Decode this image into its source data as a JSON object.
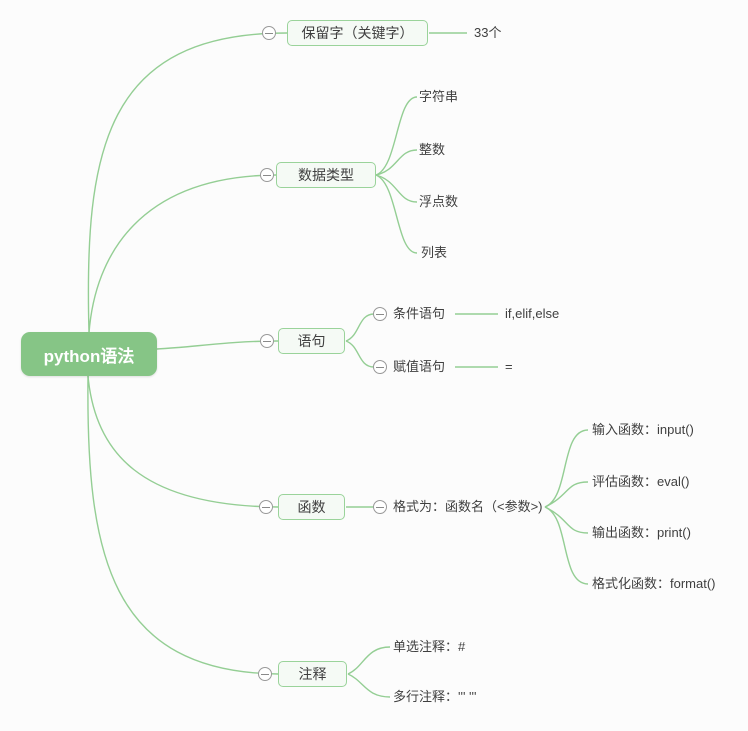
{
  "root": {
    "label": "python语法"
  },
  "branches": [
    {
      "label": "保留字（关键字）",
      "children": [
        {
          "label": "33个"
        }
      ]
    },
    {
      "label": "数据类型",
      "children": [
        {
          "label": "字符串"
        },
        {
          "label": "整数"
        },
        {
          "label": "浮点数"
        },
        {
          "label": "列表"
        }
      ]
    },
    {
      "label": "语句",
      "children": [
        {
          "label": "条件语句",
          "children": [
            {
              "label": "if,elif,else"
            }
          ]
        },
        {
          "label": "赋值语句",
          "children": [
            {
              "label": "="
            }
          ]
        }
      ]
    },
    {
      "label": "函数",
      "children": [
        {
          "label": "格式为：函数名（<参数>)",
          "children": [
            {
              "label": "输入函数：input()"
            },
            {
              "label": "评估函数：eval()"
            },
            {
              "label": "输出函数：print()"
            },
            {
              "label": "格式化函数：format()"
            }
          ]
        }
      ]
    },
    {
      "label": "注释",
      "children": [
        {
          "label": "单选注释：#"
        },
        {
          "label": "多行注释：''' '''"
        }
      ]
    }
  ],
  "icons": {
    "collapse": "minus-in-circle"
  },
  "colors": {
    "background": "#fcfcfc",
    "root_fill": "#86c586",
    "root_text": "#ffffff",
    "node_fill": "#f5faf5",
    "node_border": "#9ad39a",
    "connector": "#94ce94",
    "text": "#3f3f3f",
    "collapse_border": "#999999"
  }
}
